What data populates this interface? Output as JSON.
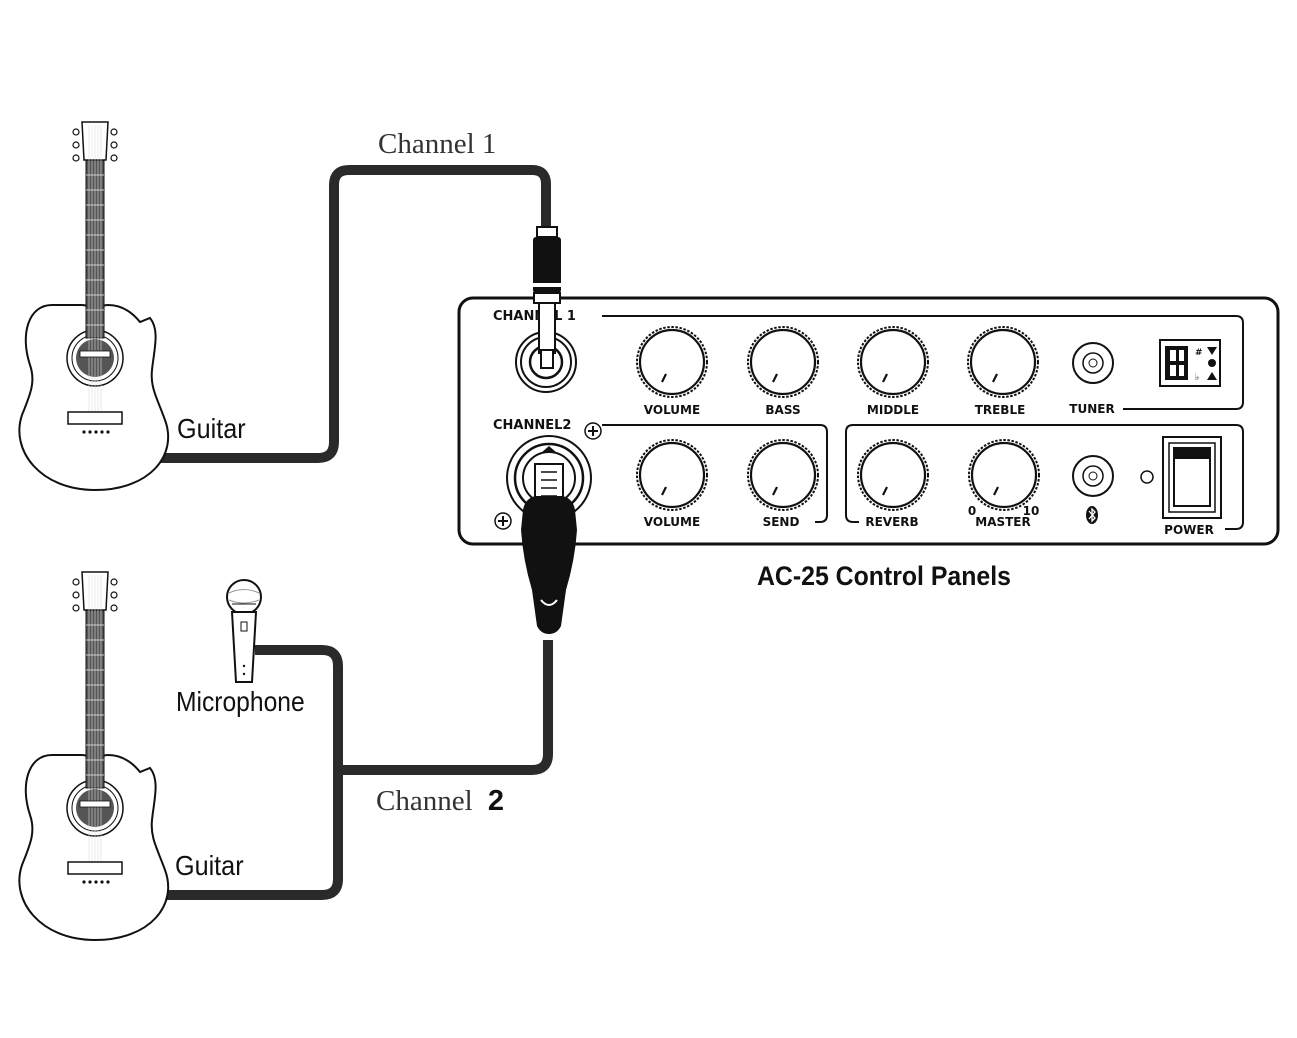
{
  "labels": {
    "channel1": "Channel 1",
    "channel2_word": "Channel",
    "channel2_num": "2",
    "guitar_top": "Guitar",
    "guitar_bottom": "Guitar",
    "microphone": "Microphone",
    "panel_title": "AC-25 Control Panels"
  },
  "panel": {
    "ch1_label": "CHANNEL 1",
    "ch2_label": "CHANNEL2",
    "row1_knobs": [
      "VOLUME",
      "BASS",
      "MIDDLE",
      "TREBLE"
    ],
    "tuner": "TUNER",
    "row2_left_knobs": [
      "VOLUME",
      "SEND"
    ],
    "reverb": "REVERB",
    "master": "MASTER",
    "master_min": "0",
    "master_max": "10",
    "power": "POWER"
  },
  "icons": {
    "bluetooth": "bluetooth-icon",
    "tuner_display": "tuner-display-icon"
  },
  "colors": {
    "ink": "#111111",
    "cable": "#2a2a2a",
    "guitar_fill": "#ffffff"
  }
}
